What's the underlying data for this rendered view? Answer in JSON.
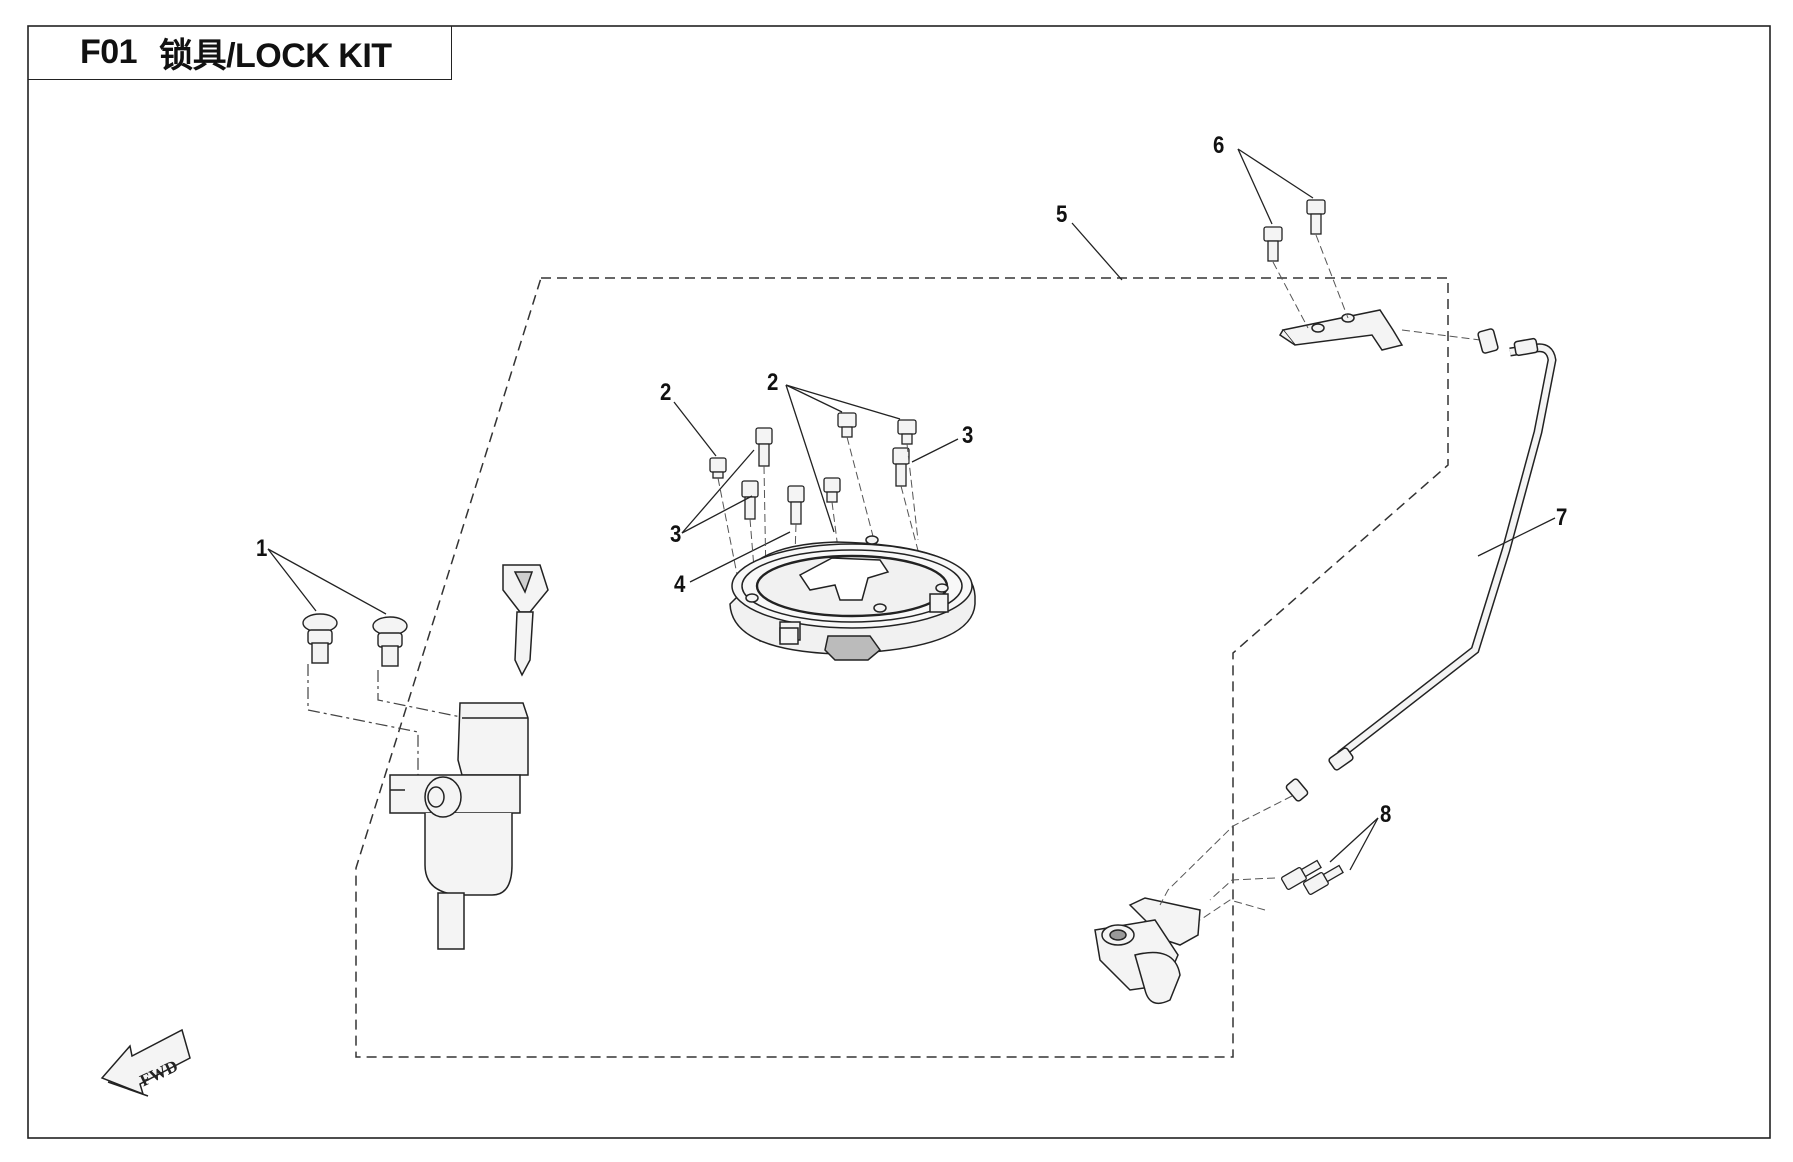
{
  "header": {
    "code": "F01",
    "title": "锁具/LOCK KIT"
  },
  "callouts": [
    "1",
    "2",
    "2",
    "3",
    "3",
    "4",
    "5",
    "6",
    "7",
    "8"
  ],
  "fwd_label": "FWD",
  "colors": {
    "line": "#222222",
    "part_fill": "#f2f2f2",
    "part_dark": "#8a8a8a"
  }
}
